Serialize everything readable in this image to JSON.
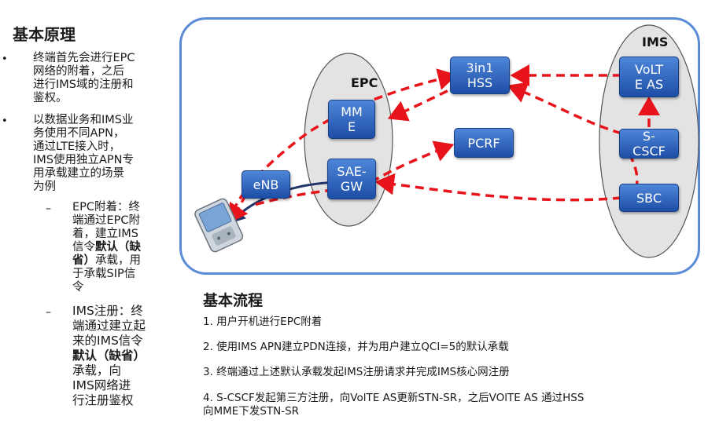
{
  "principle": {
    "title": "基本原理",
    "bullets": [
      {
        "marker": "•",
        "lines": [
          "终端首先会进行EPC",
          "网络的附着，之后",
          "进行IMS域的注册和",
          "鉴权。"
        ]
      },
      {
        "marker": "•",
        "lines": [
          "以数据业务和IMS业",
          "务使用不同APN，",
          "通过LTE接入时，",
          "IMS使用独立APN专",
          "用承载建立的场景",
          "为例"
        ]
      }
    ],
    "sub_bullets": [
      {
        "marker": "–",
        "lines": [
          "EPC附着：终",
          "端通过EPC附",
          "着，建立IMS",
          "信令",
          "默认（缺",
          "省）",
          "承载，用",
          "于承载SIP信",
          "令"
        ]
      },
      {
        "marker": "–",
        "lines": [
          "IMS注册：终",
          "端通过建立起",
          "来的IMS信令",
          "默认（缺省）",
          "承载，向",
          "IMS网络进",
          "行注册鉴权"
        ]
      }
    ]
  },
  "diagram": {
    "clusters": {
      "epc": "EPC",
      "ims": "IMS"
    },
    "nodes": {
      "hss": "3in1\nHSS",
      "mme": "MM\nE",
      "pcrf": "PCRF",
      "saegw": "SAE-\nGW",
      "enb": "eNB",
      "volte_as": "VoLT\nE AS",
      "scscf": "S-\nCSCF",
      "sbc": "SBC"
    },
    "colors": {
      "arrow": "#e8141b",
      "node": "#2d63bf",
      "panel_border": "#5b8bd6",
      "cluster_fill": "#e3e3e3"
    },
    "device_icon": "mobile-phone-icon"
  },
  "flow": {
    "title": "基本流程",
    "steps": [
      "1. 用户开机进行EPC附着",
      "2. 使用IMS APN建立PDN连接，并为用户建立QCI=5的默认承载",
      "3. 终端通过上述默认承载发起IMS注册请求并完成IMS核心网注册",
      "4. S-CSCF发起第三方注册，向VolTE AS更新STN-SR，之后VOlTE AS 通过HSS",
      "向MME下发STN-SR"
    ]
  }
}
